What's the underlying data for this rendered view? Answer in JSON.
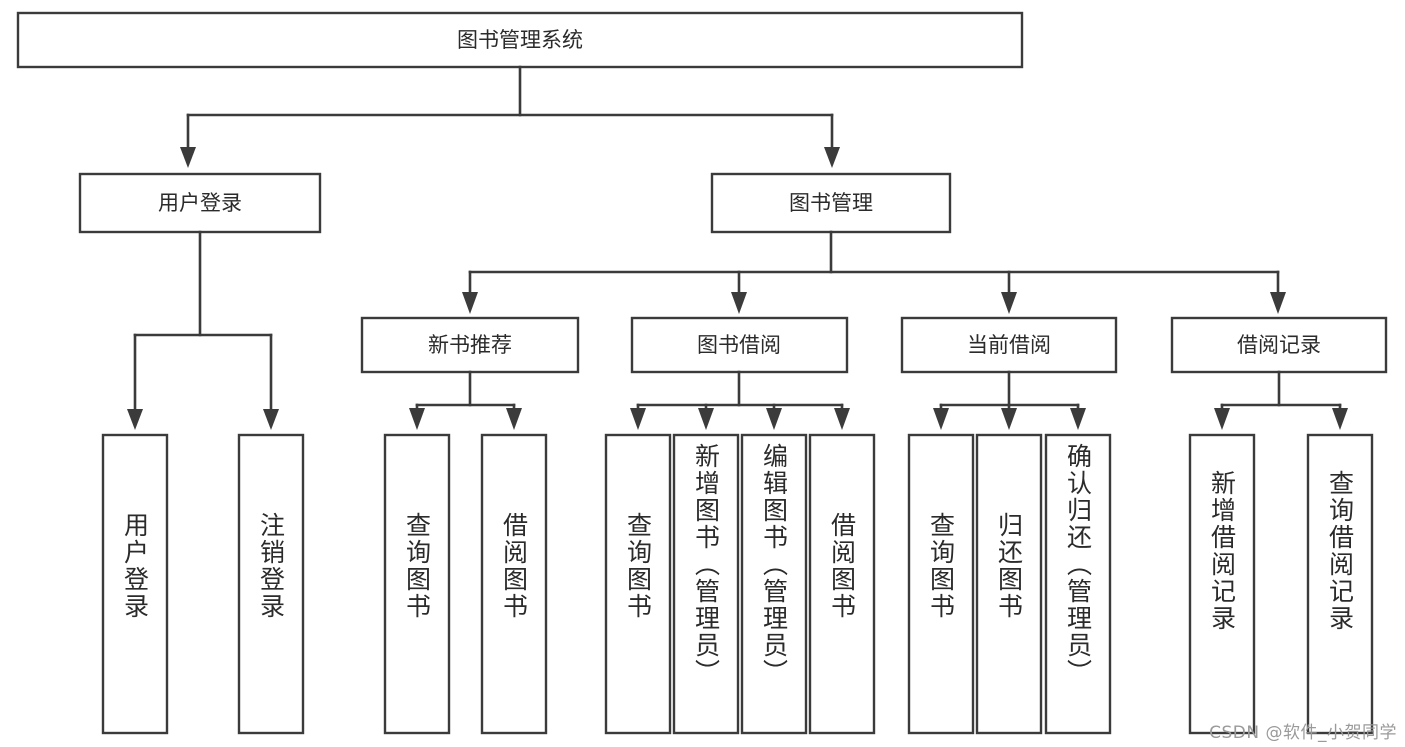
{
  "diagram": {
    "title": "图书管理系统",
    "type": "tree-hierarchy-diagram",
    "orientation": "top-down",
    "colors": {
      "box_fill": "#ffffff",
      "box_stroke": "#3b3b3b",
      "connector": "#3b3b3b",
      "text": "#2b2b2b",
      "background": "#ffffff",
      "watermark": "#9a9a9a"
    },
    "root": {
      "label": "图书管理系统",
      "orientation": "horizontal"
    },
    "level2": [
      {
        "label": "用户登录",
        "orientation": "horizontal"
      },
      {
        "label": "图书管理",
        "orientation": "horizontal"
      }
    ],
    "level3": [
      {
        "label": "新书推荐",
        "orientation": "horizontal"
      },
      {
        "label": "图书借阅",
        "orientation": "horizontal"
      },
      {
        "label": "当前借阅",
        "orientation": "horizontal"
      },
      {
        "label": "借阅记录",
        "orientation": "horizontal"
      }
    ],
    "leaves": {
      "user_login": [
        {
          "label": "用户登录",
          "orientation": "vertical"
        },
        {
          "label": "注销登录",
          "orientation": "vertical"
        }
      ],
      "new_book_recommend": [
        {
          "label": "查询图书",
          "orientation": "vertical"
        },
        {
          "label": "借阅图书",
          "orientation": "vertical"
        }
      ],
      "book_borrow": [
        {
          "label": "查询图书",
          "orientation": "vertical"
        },
        {
          "label": "新增图书（管理员）",
          "orientation": "vertical"
        },
        {
          "label": "编辑图书（管理员）",
          "orientation": "vertical"
        },
        {
          "label": "借阅图书",
          "orientation": "vertical"
        }
      ],
      "current_borrow": [
        {
          "label": "查询图书",
          "orientation": "vertical"
        },
        {
          "label": "归还图书",
          "orientation": "vertical"
        },
        {
          "label": "确认归还（管理员）",
          "orientation": "vertical"
        }
      ],
      "borrow_record": [
        {
          "label": "新增借阅记录",
          "orientation": "vertical"
        },
        {
          "label": "查询借阅记录",
          "orientation": "vertical"
        }
      ]
    }
  },
  "watermark": {
    "text": "CSDN @软件_小贺同学"
  }
}
